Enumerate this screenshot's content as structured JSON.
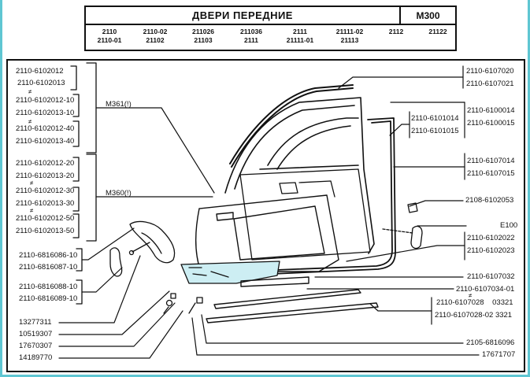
{
  "header": {
    "title": "ДВЕРИ ПЕРЕДНИЕ",
    "code": "М300",
    "models": [
      [
        "2110",
        "2110-01"
      ],
      [
        "2110-02",
        "21102"
      ],
      [
        "211026",
        "21103"
      ],
      [
        "211036",
        "2111"
      ],
      [
        "2111",
        "21111-01"
      ],
      [
        "21111-02",
        "21113"
      ],
      [
        "2112",
        ""
      ],
      [
        "21122",
        ""
      ]
    ]
  },
  "diagram": {
    "left_labels": {
      "group1": [
        "2110-6102012",
        "2110-6102013"
      ],
      "group2": [
        "2110-6102012-10",
        "2110-6102013-10"
      ],
      "group3": [
        "2110-6102012-40",
        "2110-6102013-40"
      ],
      "group4": [
        "2110-6102012-20",
        "2110-6102013-20"
      ],
      "group5": [
        "2110-6102012-30",
        "2110-6102013-30"
      ],
      "group6": [
        "2110-6102012-50",
        "2110-6102013-50"
      ],
      "armrest_a": [
        "2110-6816086-10",
        "2110-6816087-10"
      ],
      "armrest_b": [
        "2110-6816088-10",
        "2110-6816089-10"
      ],
      "fasteners": [
        "13277311",
        "10519307",
        "17670307",
        "14189770"
      ]
    },
    "center_labels": {
      "m361": "М361(!)",
      "m360": "М360(!)"
    },
    "right_labels": {
      "seal_top": [
        "2110-6107020",
        "2110-6107021"
      ],
      "door_frame": [
        "2110-6100014",
        "2110-6100015"
      ],
      "door_panel": [
        "2110-6101014",
        "2110-6101015"
      ],
      "weatherstrip": [
        "2110-6107014",
        "2110-6107015"
      ],
      "clip": "2108-6102053",
      "e100": "E100",
      "trim": [
        "2110-6102022",
        "2110-6102023"
      ],
      "strip_a": "2110-6107032",
      "strip_b": "2110-6107034-01",
      "strip_c": [
        "2110-6107028    03321",
        "2110-6107028-02 3321"
      ],
      "bracket": "2105-6816096",
      "screw": "17671707"
    },
    "note_symbol": "≠",
    "highlight_color": "#cdeef3",
    "accent_frame_color": "#5fc6d2"
  }
}
